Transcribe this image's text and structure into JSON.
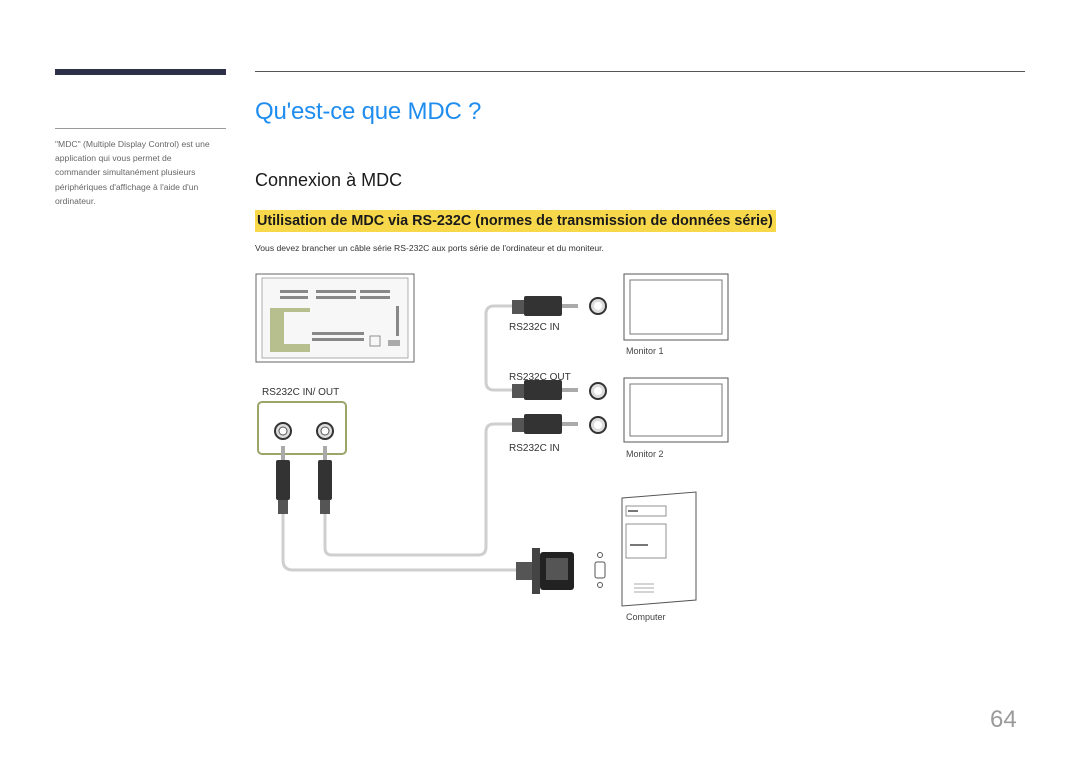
{
  "sidebar": {
    "note": "\"MDC\" (Multiple Display Control) est une application qui vous permet de commander simultanément plusieurs périphériques d'affichage à l'aide d'un ordinateur."
  },
  "page": {
    "title": "Qu'est-ce que MDC ?",
    "subtitle": "Connexion à MDC",
    "section_heading": "Utilisation de MDC via RS-232C (normes de transmission de données série)",
    "description": "Vous devez brancher un câble série RS-232C aux ports série de l'ordinateur et du moniteur.",
    "page_number": "64"
  },
  "diagram": {
    "rear_port_label": "RS232C IN/ OUT",
    "monitor1_in_label": "RS232C IN",
    "monitor1_out_label": "RS232C OUT",
    "monitor2_in_label": "RS232C IN",
    "monitor1_caption": "Monitor 1",
    "monitor2_caption": "Monitor 2",
    "computer_caption": "Computer"
  },
  "colors": {
    "title_blue": "#1f8df0",
    "highlight_yellow": "#f6d84a",
    "accent_bar": "#2d3047",
    "port_frame_green": "#9aa56b"
  }
}
